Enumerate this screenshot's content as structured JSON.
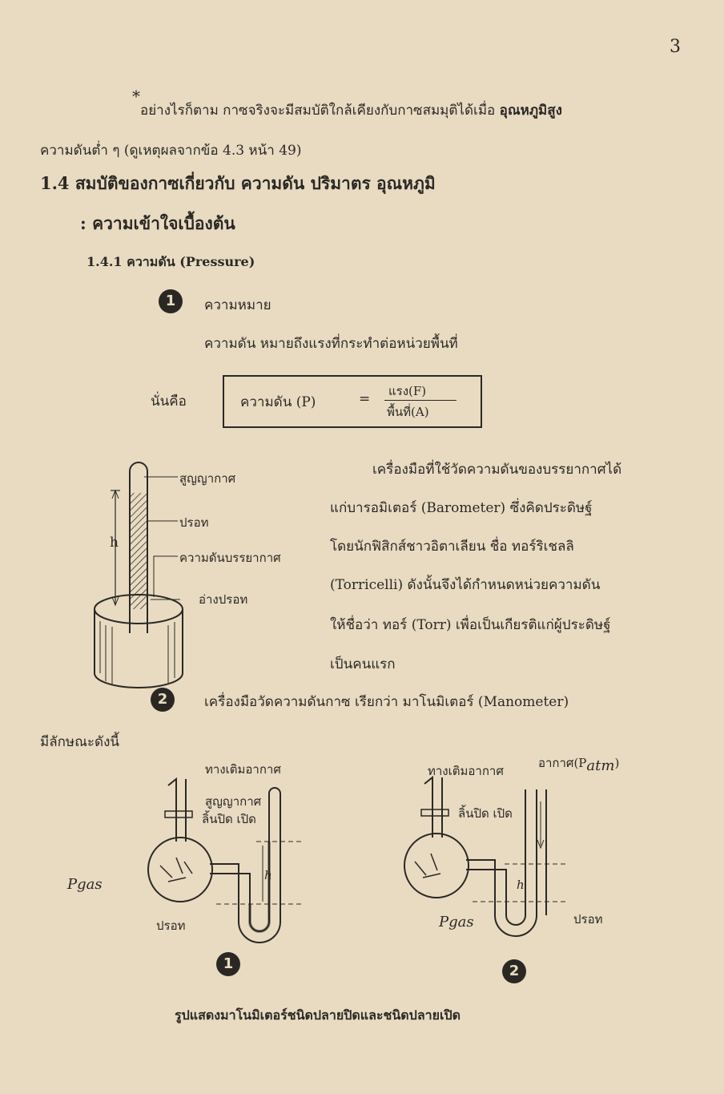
{
  "page_number": "3",
  "footnote": {
    "marker": "*",
    "line1": "อย่างไรก็ตาม กาซจริงจะมีสมบัติใกล้เคียงกับกาซสมมุติได้เมื่อ",
    "line1_bold": "อุณหภูมิสูง",
    "line2": "ความดันต่ำ ๆ (ดูเหตุผลจากข้อ 4.3 หน้า 49)"
  },
  "section": {
    "title_line1": "1.4 สมบัติของกาซเกี่ยวกับ ความดัน ปริมาตร   อุณหภูมิ",
    "title_line2": ": ความเข้าใจเบื้องต้น",
    "subsection": "1.4.1 ความดัน (Pressure)"
  },
  "item1": {
    "number": "1",
    "heading": "ความหมาย",
    "definition": "ความดัน หมายถึงแรงที่กระทำต่อหน่วยพื้นที่",
    "that_is": "นั่นคือ",
    "formula_lhs": "ความดัน (P)",
    "formula_eq": "=",
    "formula_num": "แรง(F)",
    "formula_den": "พื้นที่(A)"
  },
  "barometer": {
    "labels": {
      "vacuum": "สูญญากาศ",
      "mercury": "ปรอท",
      "atm": "ความดันบรรยากาศ",
      "dish": "อ่างปรอท",
      "h": "h"
    },
    "text": [
      "เครื่องมือที่ใช้วัดความดันของบรรยากาศได้",
      "แก่บารอมิเตอร์  (Barometer) ซึ่งคิดประดิษฐ์",
      "โดยนักฟิสิกส์ชาวอิตาเลียน ชื่อ ทอร์ริเชลลิ",
      "(Torricelli) ดังนั้นจึงได้กำหนดหน่วยความดัน",
      "ให้ชื่อว่า ทอร์ (Torr)  เพื่อเป็นเกียรติแก่ผู้ประดิษฐ์",
      "เป็นคนแรก"
    ]
  },
  "item2": {
    "number": "2",
    "heading": "เครื่องมือวัดความดันกาซ  เรียกว่า มาโนมิเตอร์ (Manometer)",
    "features": "มีลักษณะดังนี้"
  },
  "manometer1": {
    "number": "1",
    "labels": {
      "inlet": "ทางเติมอากาศ",
      "vacuum": "สูญญากาศ",
      "valve": "ลิ้นปิด เปิด",
      "pgas": "Pgas",
      "h": "h",
      "mercury": "ปรอท"
    }
  },
  "manometer2": {
    "number": "2",
    "labels": {
      "inlet": "ทางเติมอากาศ",
      "air": "อากาศ(P",
      "atm_sub": "atm",
      "air_close": ")",
      "valve": "ลิ้นปิด เปิด",
      "pgas": "Pgas",
      "h": "h",
      "mercury": "ปรอท"
    }
  },
  "caption": "รูปแสดงมาโนมิเตอร์ชนิดปลายปิดและชนิดปลายเปิด"
}
